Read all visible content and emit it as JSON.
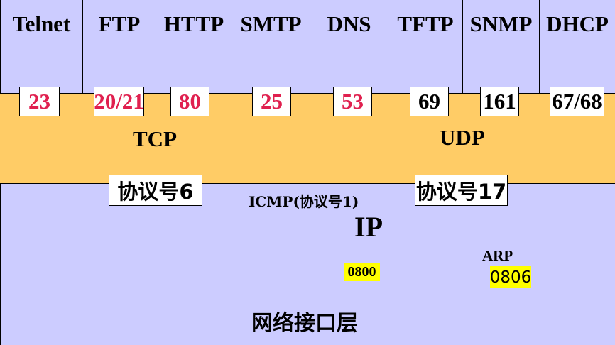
{
  "colors": {
    "app_layer": "#ccccff",
    "transport_layer": "#ffcc66",
    "port_red": "#e0204f",
    "eth_tag": "#ffff00"
  },
  "applications": [
    {
      "name": "Telnet",
      "port": "23",
      "port_color": "#e0204f"
    },
    {
      "name": "FTP",
      "port": "20/21",
      "port_color": "#e0204f"
    },
    {
      "name": "HTTP",
      "port": "80",
      "port_color": "#e0204f"
    },
    {
      "name": "SMTP",
      "port": "25",
      "port_color": "#e0204f"
    },
    {
      "name": "DNS",
      "port": "53",
      "port_color": "#e0204f"
    },
    {
      "name": "TFTP",
      "port": "69",
      "port_color": "#000000"
    },
    {
      "name": "SNMP",
      "port": "161",
      "port_color": "#000000"
    },
    {
      "name": "DHCP",
      "port": "67/68",
      "port_color": "#000000"
    }
  ],
  "transport": {
    "tcp_label": "TCP",
    "udp_label": "UDP",
    "tcp_protocol": "协议号6",
    "udp_protocol": "协议号17"
  },
  "network": {
    "icmp_label": "ICMP(协议号1)",
    "ip_label": "IP",
    "arp_label": "ARP",
    "ip_ethertype": "0800",
    "arp_ethertype": "0806"
  },
  "link": {
    "label": "网络接口层"
  }
}
